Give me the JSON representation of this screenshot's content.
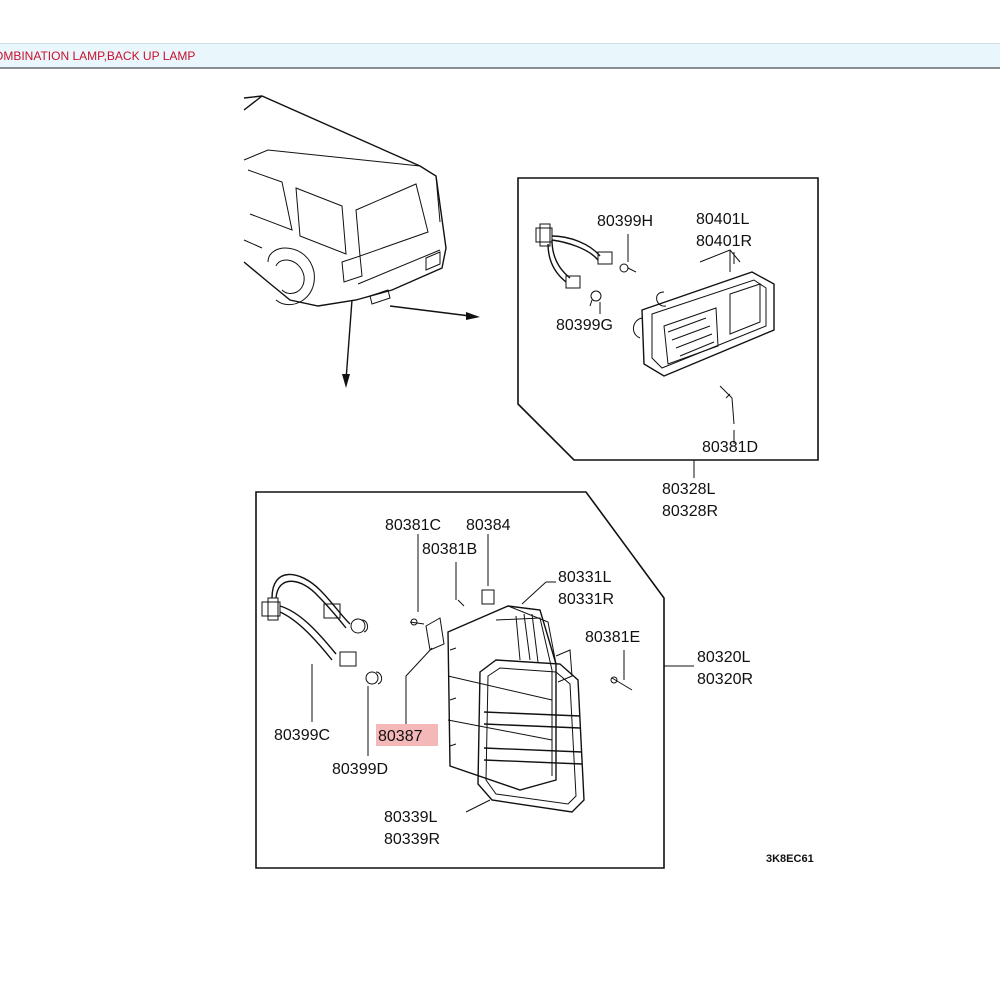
{
  "header": {
    "title": "OMBINATION LAMP,BACK UP LAMP",
    "title_color": "#c8102e",
    "bar_color": "#e9f6fb"
  },
  "diagram": {
    "parts": {
      "p80399H": "80399H",
      "p80401L": "80401L",
      "p80401R": "80401R",
      "p80399G": "80399G",
      "p80381D": "80381D",
      "p80328L": "80328L",
      "p80328R": "80328R",
      "p80381C": "80381C",
      "p80384": "80384",
      "p80381B": "80381B",
      "p80331L": "80331L",
      "p80331R": "80331R",
      "p80381E": "80381E",
      "p80320L": "80320L",
      "p80320R": "80320R",
      "p80399C": "80399C",
      "p80387": "80387",
      "p80399D": "80399D",
      "p80339L": "80339L",
      "p80339R": "80339R"
    },
    "highlighted_part": "80387",
    "highlight_color": "#f4b8b8",
    "figure_code": "3K8EC61"
  }
}
